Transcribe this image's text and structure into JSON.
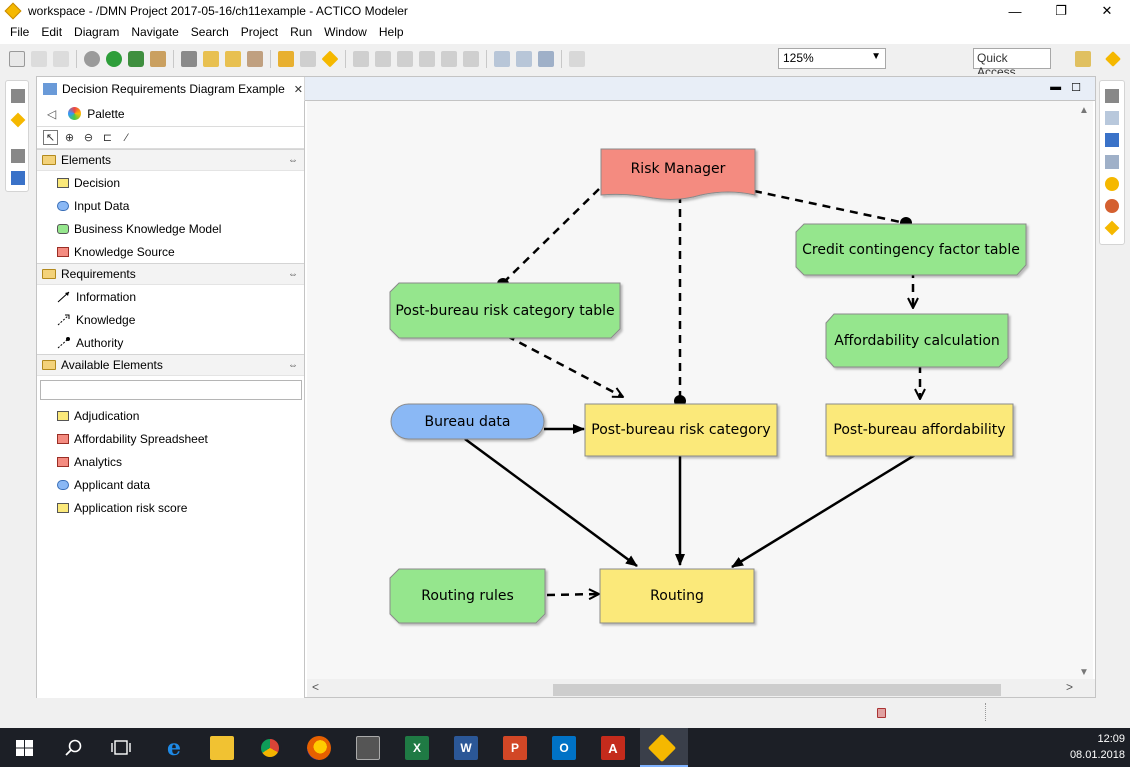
{
  "window": {
    "title": "workspace - /DMN Project 2017-05-16/ch11example - ACTICO Modeler",
    "controls": {
      "minimize": "—",
      "maximize": "❐",
      "close": "✕"
    }
  },
  "menu": [
    "File",
    "Edit",
    "Diagram",
    "Navigate",
    "Search",
    "Project",
    "Run",
    "Window",
    "Help"
  ],
  "toolbar": {
    "zoom": "125%",
    "quick_access": "Quick Access"
  },
  "editor": {
    "tab_title": "Decision Requirements Diagram Example",
    "close_glyph": "✕"
  },
  "palette": {
    "title": "Palette",
    "sections": [
      {
        "name": "Elements",
        "items": [
          {
            "label": "Decision",
            "kind": "decision"
          },
          {
            "label": "Input Data",
            "kind": "input"
          },
          {
            "label": "Business Knowledge Model",
            "kind": "bkm"
          },
          {
            "label": "Knowledge Source",
            "kind": "ks"
          }
        ]
      },
      {
        "name": "Requirements",
        "items": [
          {
            "label": "Information",
            "kind": "information"
          },
          {
            "label": "Knowledge",
            "kind": "knowledge"
          },
          {
            "label": "Authority",
            "kind": "authority"
          }
        ]
      },
      {
        "name": "Available Elements",
        "items": [
          {
            "label": "Adjudication",
            "kind": "decision"
          },
          {
            "label": "Affordability Spreadsheet",
            "kind": "ks"
          },
          {
            "label": "Analytics",
            "kind": "ks"
          },
          {
            "label": "Applicant data",
            "kind": "input"
          },
          {
            "label": "Application risk score",
            "kind": "decision"
          }
        ]
      }
    ]
  },
  "diagram": {
    "nodes": {
      "risk_manager": "Risk Manager",
      "credit_table": "Credit contingency factor table",
      "post_bureau_table": "Post-bureau risk category table",
      "affordability_calc": "Affordability calculation",
      "bureau_data": "Bureau data",
      "post_bureau_risk": "Post-bureau risk category",
      "post_bureau_afford": "Post-bureau affordability",
      "routing_rules": "Routing rules",
      "routing": "Routing"
    },
    "colors": {
      "decision": "#fbe97a",
      "input": "#8ab8f5",
      "bkm": "#95e68d",
      "ks": "#f48b80"
    }
  },
  "taskbar": {
    "time": "12:09",
    "date": "08.01.2018"
  }
}
